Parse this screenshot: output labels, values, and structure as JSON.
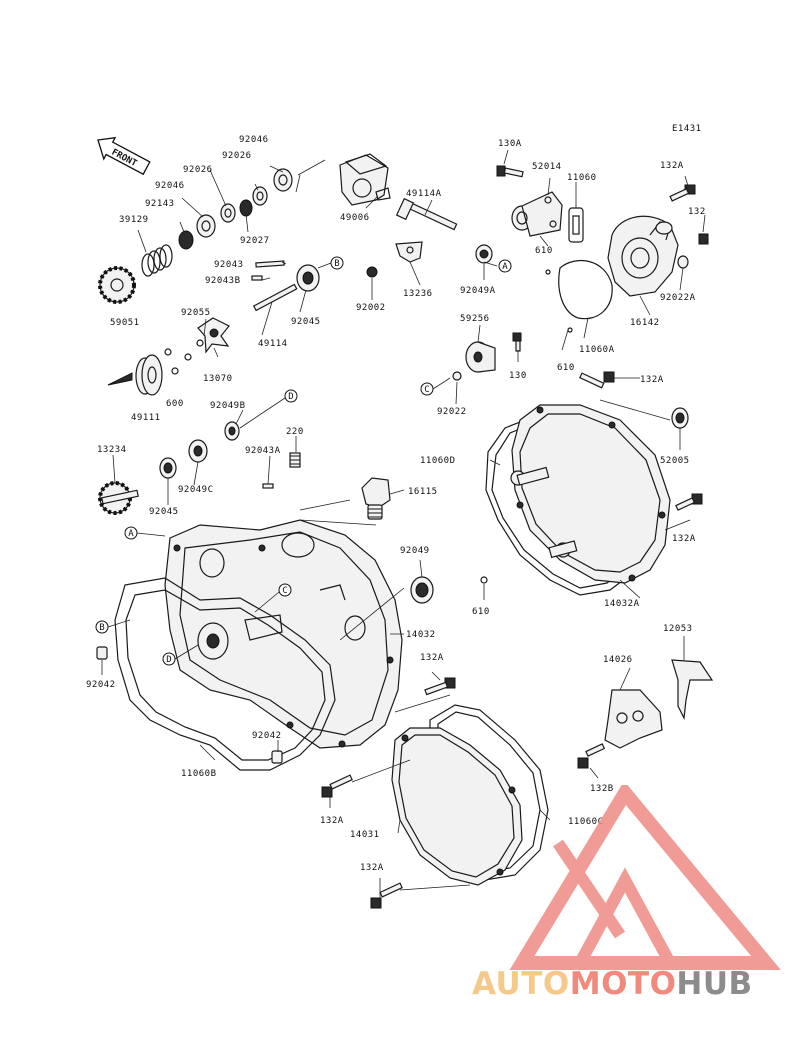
{
  "diagram": {
    "ref_code": "E1431",
    "front_label": "FRONT",
    "parts": [
      {
        "id": "p92046a",
        "label": "92046"
      },
      {
        "id": "p92026a",
        "label": "92026"
      },
      {
        "id": "p92026b",
        "label": "92026"
      },
      {
        "id": "p92046b",
        "label": "92046"
      },
      {
        "id": "p92143",
        "label": "92143"
      },
      {
        "id": "p39129",
        "label": "39129"
      },
      {
        "id": "p92027",
        "label": "92027"
      },
      {
        "id": "p49006",
        "label": "49006"
      },
      {
        "id": "p49114A",
        "label": "49114A"
      },
      {
        "id": "p92043",
        "label": "92043"
      },
      {
        "id": "p92043B",
        "label": "92043B"
      },
      {
        "id": "p59051",
        "label": "59051"
      },
      {
        "id": "p92055",
        "label": "92055"
      },
      {
        "id": "p49114",
        "label": "49114"
      },
      {
        "id": "p92045a",
        "label": "92045"
      },
      {
        "id": "p13070",
        "label": "13070"
      },
      {
        "id": "p92002",
        "label": "92002"
      },
      {
        "id": "p13236",
        "label": "13236"
      },
      {
        "id": "p92049A",
        "label": "92049A"
      },
      {
        "id": "p49111",
        "label": "49111"
      },
      {
        "id": "p600",
        "label": "600"
      },
      {
        "id": "p130A",
        "label": "130A"
      },
      {
        "id": "p52014",
        "label": "52014"
      },
      {
        "id": "p11060",
        "label": "11060"
      },
      {
        "id": "p132Aa",
        "label": "132A"
      },
      {
        "id": "p132",
        "label": "132"
      },
      {
        "id": "p610a",
        "label": "610"
      },
      {
        "id": "p92022A",
        "label": "92022A"
      },
      {
        "id": "p16142",
        "label": "16142"
      },
      {
        "id": "p59256",
        "label": "59256"
      },
      {
        "id": "p130",
        "label": "130"
      },
      {
        "id": "p610b",
        "label": "610"
      },
      {
        "id": "p11060A",
        "label": "11060A"
      },
      {
        "id": "p132Ab",
        "label": "132A"
      },
      {
        "id": "p92022",
        "label": "92022"
      },
      {
        "id": "p92049B",
        "label": "92049B"
      },
      {
        "id": "p220",
        "label": "220"
      },
      {
        "id": "p92043A",
        "label": "92043A"
      },
      {
        "id": "p13234",
        "label": "13234"
      },
      {
        "id": "p92049C",
        "label": "92049C"
      },
      {
        "id": "p92045b",
        "label": "92045"
      },
      {
        "id": "p11060D",
        "label": "11060D"
      },
      {
        "id": "p52005",
        "label": "52005"
      },
      {
        "id": "p16115",
        "label": "16115"
      },
      {
        "id": "p92049",
        "label": "92049"
      },
      {
        "id": "p132Ac",
        "label": "132A"
      },
      {
        "id": "p610c",
        "label": "610"
      },
      {
        "id": "p14032A",
        "label": "14032A"
      },
      {
        "id": "p14032",
        "label": "14032"
      },
      {
        "id": "p12053",
        "label": "12053"
      },
      {
        "id": "p14026",
        "label": "14026"
      },
      {
        "id": "p92042a",
        "label": "92042"
      },
      {
        "id": "p132Ad",
        "label": "132A"
      },
      {
        "id": "p92042b",
        "label": "92042"
      },
      {
        "id": "p11060B",
        "label": "11060B"
      },
      {
        "id": "p132B",
        "label": "132B"
      },
      {
        "id": "p132Ae",
        "label": "132A"
      },
      {
        "id": "p14031",
        "label": "14031"
      },
      {
        "id": "p11060C",
        "label": "11060C"
      },
      {
        "id": "p132Af",
        "label": "132A"
      }
    ],
    "callouts": [
      "A",
      "B",
      "C",
      "D"
    ]
  },
  "watermark": {
    "part1": "AUTO",
    "part2": "MOTO",
    "part3": "HUB",
    "colors": {
      "auto": "#f5c98a",
      "moto": "#f08a7c",
      "hub": "#8c8c8c",
      "triangle": "#ef8a84"
    }
  }
}
